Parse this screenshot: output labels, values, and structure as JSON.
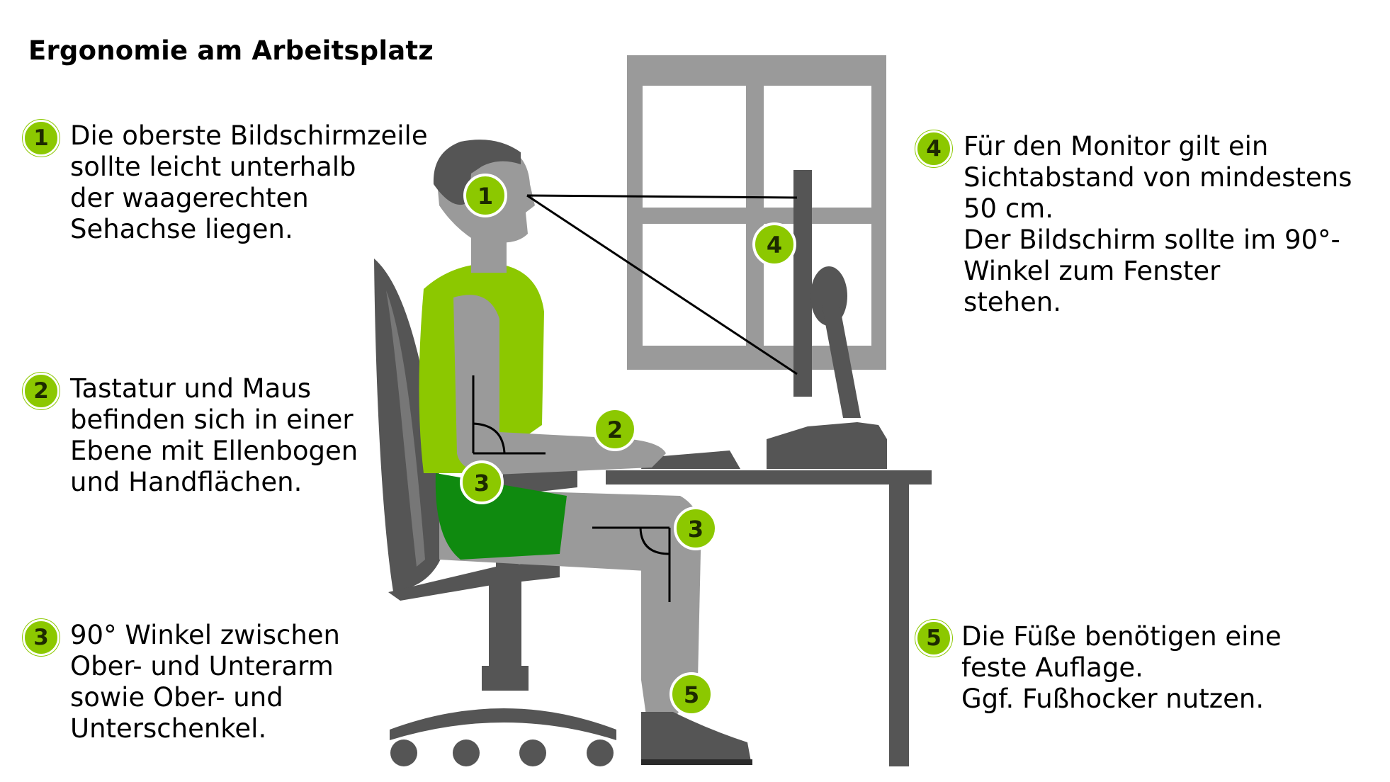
{
  "title": "Ergonomie am Arbeitsplatz",
  "colors": {
    "accent_green": "#8cc800",
    "shorts_green": "#0f8a0f",
    "gray_dark": "#555555",
    "gray_mid": "#9a9a9a",
    "gray_light": "#b8b8b8"
  },
  "notes": [
    {
      "num": "1",
      "text": "Die oberste Bildschirmzeile\nsollte leicht unterhalb\nder waagerechten\nSehachse liegen."
    },
    {
      "num": "2",
      "text": "Tastatur und Maus\nbefinden sich in einer\nEbene mit Ellenbogen\nund Handflächen."
    },
    {
      "num": "3",
      "text": "90° Winkel zwischen\nOber- und Unterarm\nsowie Ober- und\nUnterschenkel."
    },
    {
      "num": "4",
      "text": "Für den Monitor gilt ein\nSichtabstand von mindestens\n50 cm.\nDer Bildschirm sollte im 90°-\nWinkel zum Fenster\nstehen."
    },
    {
      "num": "5",
      "text": "Die Füße benötigen eine\nfeste Auflage.\nGgf. Fußhocker nutzen."
    }
  ],
  "markers": {
    "eye": "1",
    "hands": "2",
    "elbow": "3",
    "knee": "3",
    "monitor": "4",
    "feet": "5"
  }
}
